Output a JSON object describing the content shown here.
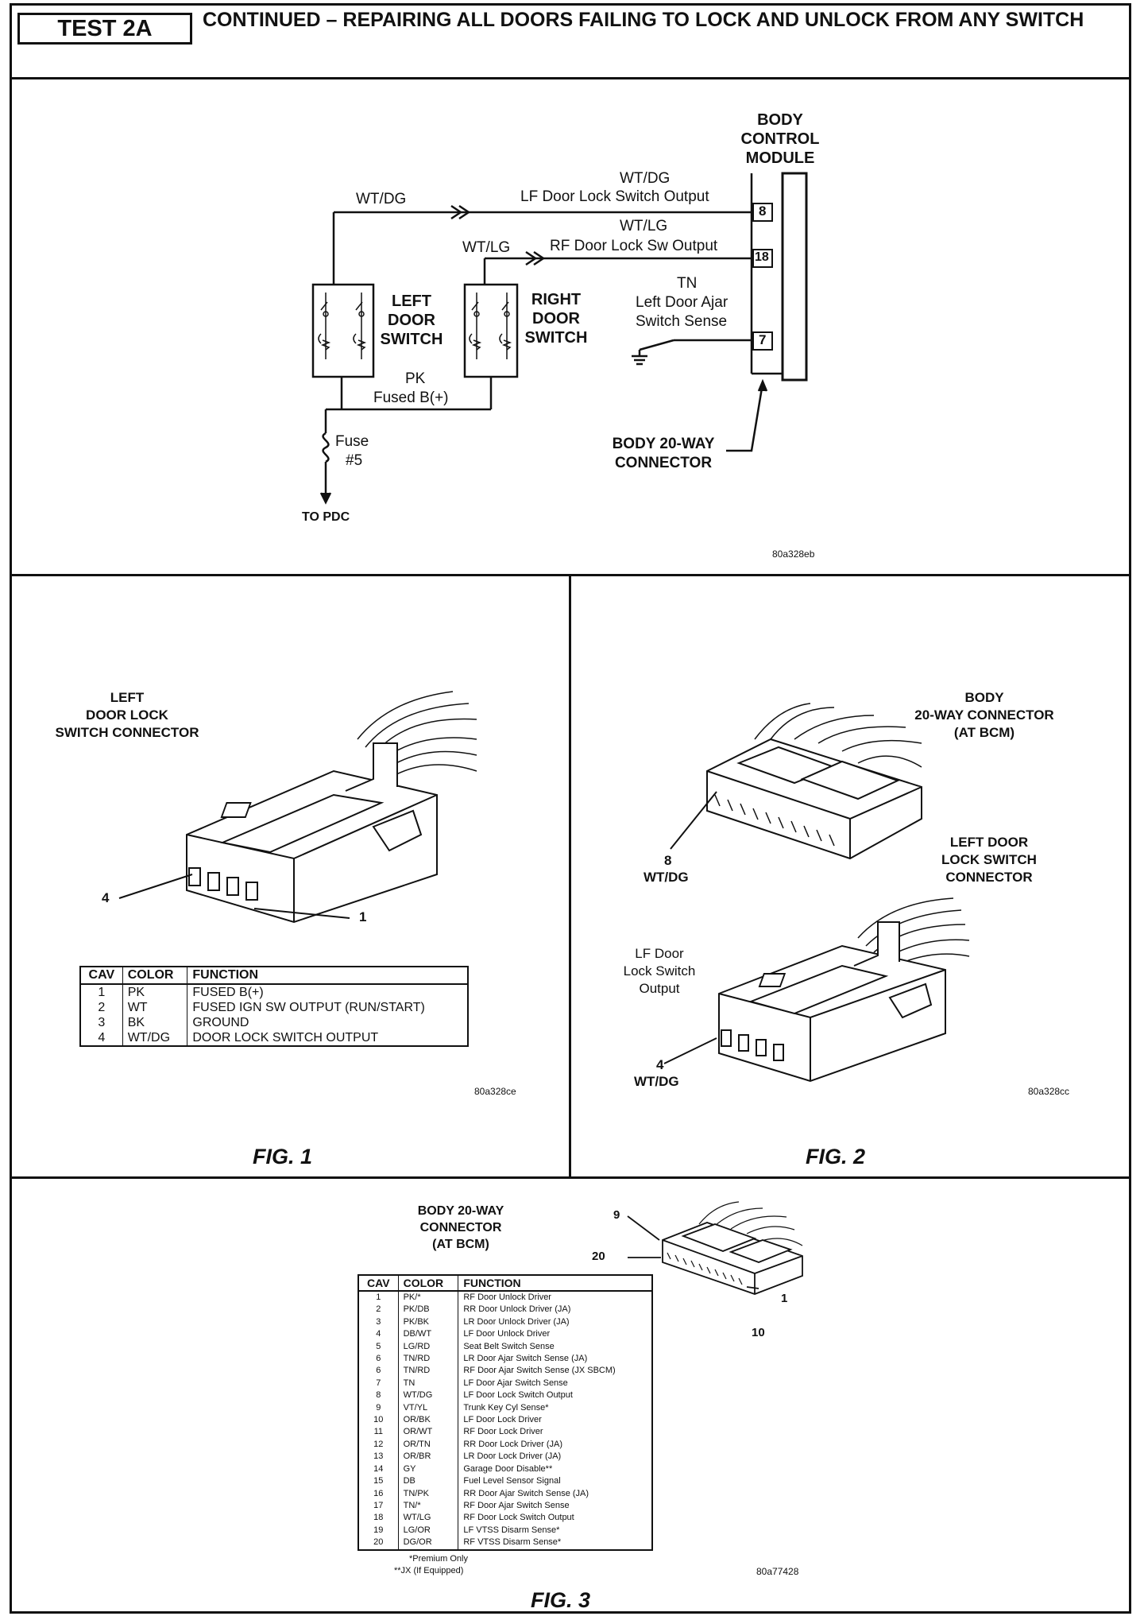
{
  "header": {
    "test_label": "TEST 2A",
    "title": "CONTINUED – REPAIRING ALL DOORS FAILING TO LOCK AND UNLOCK FROM ANY SWITCH"
  },
  "schematic": {
    "bcm_label": [
      "BODY",
      "CONTROL",
      "MODULE"
    ],
    "wire1_color_left": "WT/DG",
    "wire1_color_right": "WT/DG",
    "wire1_function": "LF Door Lock Switch Output",
    "wire1_pin": "8",
    "wire2_color_left": "WT/LG",
    "wire2_color_right": "WT/LG",
    "wire2_function": "RF Door Lock Sw Output",
    "wire2_pin": "18",
    "wire3_color": "TN",
    "wire3_function_line1": "Left Door Ajar",
    "wire3_function_line2": "Switch Sense",
    "wire3_pin": "7",
    "left_switch_label": [
      "LEFT",
      "DOOR",
      "SWITCH"
    ],
    "right_switch_label": [
      "RIGHT",
      "DOOR",
      "SWITCH"
    ],
    "feed_color": "PK",
    "feed_function": "Fused B(+)",
    "fuse_label": "Fuse",
    "fuse_number": "#5",
    "to_pdc": "TO PDC",
    "connector_label": [
      "BODY 20-WAY",
      "CONNECTOR"
    ],
    "ref_code": "80a328eb"
  },
  "fig1": {
    "label": "FIG. 1",
    "connector_title": [
      "LEFT",
      "DOOR LOCK",
      "SWITCH CONNECTOR"
    ],
    "callout_4": "4",
    "callout_1": "1",
    "headers": [
      "CAV",
      "COLOR",
      "FUNCTION"
    ],
    "rows": [
      [
        "1",
        "PK",
        "FUSED B(+)"
      ],
      [
        "2",
        "WT",
        "FUSED IGN SW OUTPUT (RUN/START)"
      ],
      [
        "3",
        "BK",
        "GROUND"
      ],
      [
        "4",
        "WT/DG",
        "DOOR LOCK SWITCH OUTPUT"
      ]
    ],
    "ref_code": "80a328ce"
  },
  "fig2": {
    "label": "FIG. 2",
    "body_connector_title": [
      "BODY",
      "20-WAY CONNECTOR",
      "(AT BCM)"
    ],
    "left_connector_title": [
      "LEFT DOOR",
      "LOCK SWITCH",
      "CONNECTOR"
    ],
    "callout_8": "8",
    "callout_8_color": "WT/DG",
    "lf_label": [
      "LF Door",
      "Lock Switch",
      "Output"
    ],
    "callout_4": "4",
    "callout_4_color": "WT/DG",
    "ref_code": "80a328cc"
  },
  "fig3": {
    "label": "FIG. 3",
    "connector_title": [
      "BODY 20-WAY",
      "CONNECTOR",
      "(AT BCM)"
    ],
    "callout_9": "9",
    "callout_20": "20",
    "callout_1": "1",
    "callout_10": "10",
    "headers": [
      "CAV",
      "COLOR",
      "FUNCTION"
    ],
    "rows": [
      [
        "1",
        "PK/*",
        "RF Door Unlock Driver"
      ],
      [
        "2",
        "PK/DB",
        "RR Door Unlock Driver (JA)"
      ],
      [
        "3",
        "PK/BK",
        "LR Door Unlock Driver (JA)"
      ],
      [
        "4",
        "DB/WT",
        "LF Door Unlock Driver"
      ],
      [
        "5",
        "LG/RD",
        "Seat Belt Switch Sense"
      ],
      [
        "6",
        "TN/RD",
        "LR Door Ajar Switch Sense (JA)"
      ],
      [
        "6",
        "TN/RD",
        "RF Door Ajar Switch Sense (JX SBCM)"
      ],
      [
        "7",
        "TN",
        "LF Door Ajar Switch Sense"
      ],
      [
        "8",
        "WT/DG",
        "LF Door Lock Switch Output"
      ],
      [
        "9",
        "VT/YL",
        "Trunk Key Cyl Sense*"
      ],
      [
        "10",
        "OR/BK",
        "LF Door Lock Driver"
      ],
      [
        "11",
        "OR/WT",
        "RF Door Lock Driver"
      ],
      [
        "12",
        "OR/TN",
        "RR Door Lock Driver (JA)"
      ],
      [
        "13",
        "OR/BR",
        "LR Door Lock Driver (JA)"
      ],
      [
        "14",
        "GY",
        "Garage Door Disable**"
      ],
      [
        "15",
        "DB",
        "Fuel Level Sensor Signal"
      ],
      [
        "16",
        "TN/PK",
        "RR Door Ajar Switch Sense (JA)"
      ],
      [
        "17",
        "TN/*",
        "RF Door Ajar Switch Sense"
      ],
      [
        "18",
        "WT/LG",
        "RF Door Lock Switch Output"
      ],
      [
        "19",
        "LG/OR",
        "LF VTSS Disarm Sense*"
      ],
      [
        "20",
        "DG/OR",
        "RF VTSS Disarm Sense*"
      ]
    ],
    "footnote1": "*Premium Only",
    "footnote2": "**JX (If Equipped)",
    "ref_code": "80a77428"
  }
}
